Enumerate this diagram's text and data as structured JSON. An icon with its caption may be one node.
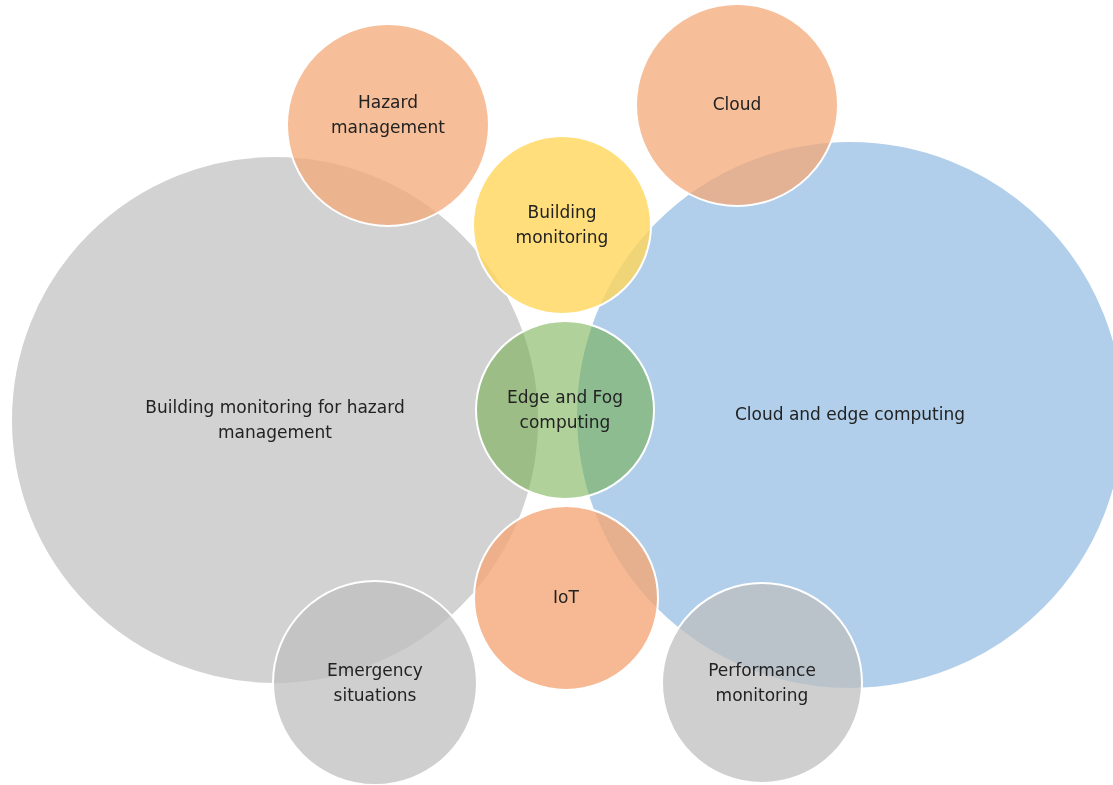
{
  "diagram": {
    "nodes": [
      {
        "text": [
          "Hazard management"
        ]
      },
      {
        "text": [
          "Cloud"
        ]
      },
      {
        "text": [
          "Building monitoring"
        ]
      },
      {
        "text": [
          "Building monitoring for hazard management"
        ]
      },
      {
        "text": [
          "Edge and Fog computing"
        ]
      },
      {
        "text": [
          "Cloud and edge computing"
        ]
      },
      {
        "text": [
          "IoT"
        ]
      },
      {
        "text": [
          "Emergency situations"
        ]
      },
      {
        "text": [
          "Performance monitoring"
        ]
      }
    ],
    "edges": []
  }
}
